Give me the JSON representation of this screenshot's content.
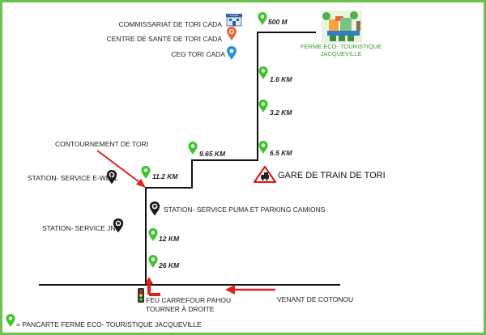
{
  "landmarks": {
    "commissariat": "COMMISSARIAT DE TORI CADA",
    "police_sign": "POLICE",
    "centre_sante": "CENTRE DE SANTÉ DE TORI CADA",
    "ceg": "CEG TORI CADA",
    "ferme_line1": "FERME ECO- TOURISTIQUE",
    "ferme_line2": "JACQUEVILLE",
    "contournement": "CONTOURNEMENT DE TORI",
    "gare": "GARE DE TRAIN DE TORI",
    "station_ewell": "STATION- SERVICE E-WELL",
    "station_jnp": "STATION- SERVICE JNP",
    "station_puma": "STATION- SERVICE PUMA ET PARKING CAMIONS",
    "feu_line1": "FEU CARREFOUR PAHOU",
    "feu_line2": "TOURNER À DROITE",
    "venant": "VENANT DE COTONOU"
  },
  "distances": {
    "d500m": "500 M",
    "d1_6": "1.6 KM",
    "d3_2": "3.2 KM",
    "d6_5": "6.5 KM",
    "d9_65": "9.65 KM",
    "d11_2": "11.2 KM",
    "d12": "12 KM",
    "d26": "26 KM"
  },
  "legend": {
    "text": "= PANCARTE FERME  ECO- TOURISTIQUE JACQUEVILLE"
  },
  "colors": {
    "border": "#6cc24a",
    "road": "#111111",
    "pin_green": "#3fc42e",
    "arrow_red": "#e02020",
    "pin_orange": "#e8663a",
    "pin_blue": "#2b8fd9"
  }
}
